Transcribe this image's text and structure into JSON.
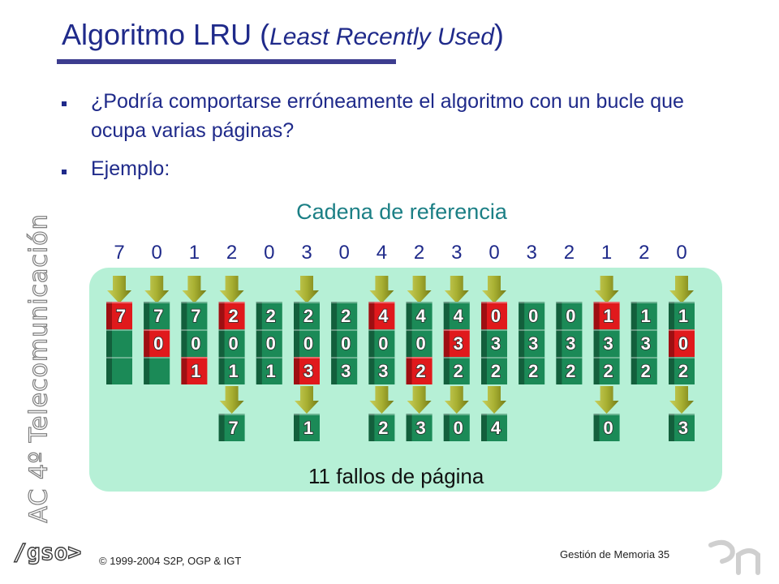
{
  "slide": {
    "title_main": "Algoritmo LRU (",
    "title_italic": "Least Recently Used",
    "title_close": ")",
    "bullets": [
      "¿Podría comportarse erróneamente el algoritmo con un bucle que ocupa varias páginas?",
      "Ejemplo:"
    ],
    "side_label": "AC 4º Telecomunicación",
    "diagram_label": "Cadena de referencia",
    "faults_label": "11 fallos de página",
    "footer_logo": "/gso>",
    "copyright": "© 1999-2004 S2P, OGP & IGT",
    "footer_right": "Gestión de Memoria 35"
  },
  "chart_data": {
    "type": "table",
    "reference_string": [
      7,
      0,
      1,
      2,
      0,
      3,
      0,
      4,
      2,
      3,
      0,
      3,
      2,
      1,
      2,
      0
    ],
    "frames": [
      [
        7,
        null,
        null
      ],
      [
        7,
        0,
        null
      ],
      [
        7,
        0,
        1
      ],
      [
        2,
        0,
        1
      ],
      [
        2,
        0,
        1
      ],
      [
        2,
        0,
        3
      ],
      [
        2,
        0,
        3
      ],
      [
        4,
        0,
        3
      ],
      [
        4,
        0,
        2
      ],
      [
        4,
        3,
        2
      ],
      [
        0,
        3,
        2
      ],
      [
        0,
        3,
        2
      ],
      [
        0,
        3,
        2
      ],
      [
        1,
        3,
        2
      ],
      [
        1,
        3,
        2
      ],
      [
        1,
        0,
        2
      ]
    ],
    "highlighted": [
      0,
      1,
      2,
      0,
      -1,
      2,
      -1,
      0,
      2,
      1,
      0,
      -1,
      -1,
      0,
      -1,
      1
    ],
    "fault": [
      true,
      true,
      true,
      true,
      false,
      true,
      false,
      true,
      true,
      true,
      true,
      false,
      false,
      true,
      false,
      true
    ],
    "evicted": [
      null,
      null,
      null,
      7,
      null,
      1,
      null,
      2,
      3,
      0,
      4,
      null,
      null,
      0,
      null,
      3
    ],
    "colors": {
      "highlight": "#e0191c",
      "frame": "#1b8a57",
      "arrow": "#9aa22a",
      "panel": "#b6f0d6",
      "title": "#1f2a8a",
      "label": "#1b7f85"
    }
  }
}
